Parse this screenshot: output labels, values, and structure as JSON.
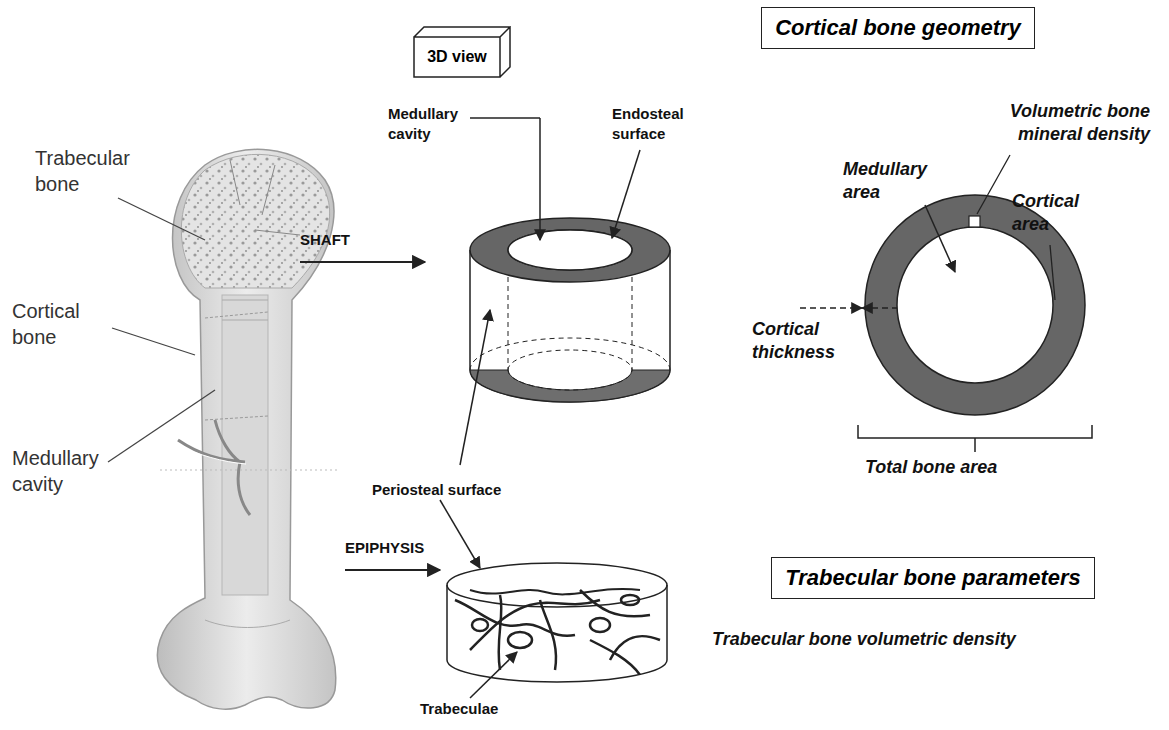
{
  "diagram": {
    "nodes": [
      {
        "text": [
          "3D view"
        ]
      },
      {
        "text": [
          "Cortical bone geometry"
        ]
      },
      {
        "text": [
          "Trabecular bone parameters"
        ]
      }
    ],
    "labels": [
      "Trabecular bone",
      "Cortical bone",
      "Medullary cavity",
      "SHAFT",
      "EPIPHYSIS",
      "Medullary cavity",
      "Endosteal surface",
      "Periosteal surface",
      "Trabeculae",
      "Volumetric bone mineral density",
      "Medullary area",
      "Cortical area",
      "Cortical thickness",
      "Total bone area",
      "Trabecular bone volumetric density"
    ]
  }
}
